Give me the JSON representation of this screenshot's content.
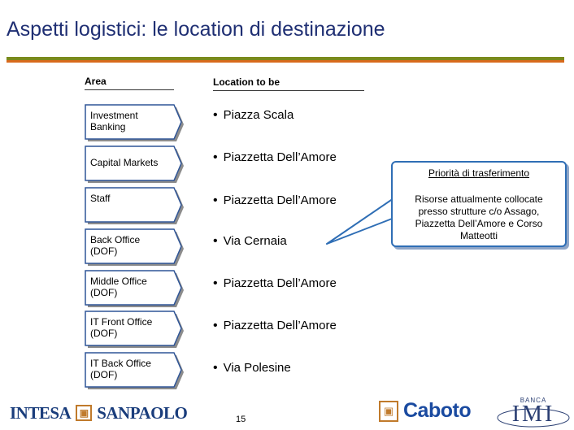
{
  "title": "Aspetti logistici: le location di destinazione",
  "columns": {
    "area": "Area",
    "location": "Location to be"
  },
  "rows": [
    {
      "area": "Investment Banking",
      "location": "Piazza Scala"
    },
    {
      "area": "Capital Markets",
      "location": "Piazzetta Dell’Amore"
    },
    {
      "area": "Staff",
      "location": "Piazzetta Dell’Amore"
    },
    {
      "area": "Back Office (DOF)",
      "location": "Via Cernaia"
    },
    {
      "area": "Middle Office (DOF)",
      "location": "Piazzetta Dell’Amore"
    },
    {
      "area": "IT Front Office (DOF)",
      "location": "Piazzetta Dell’Amore"
    },
    {
      "area": "IT Back Office (DOF)",
      "location": "Via Polesine"
    }
  ],
  "bullet": "•",
  "callout": {
    "title": "Priorità di trasferimento",
    "text": "Risorse attualmente collocate presso strutture c/o Assago, Piazzetta Dell’Amore e Corso Matteotti"
  },
  "footer": {
    "page_number": "15",
    "logo_intesa_left": "INTESA",
    "logo_intesa_right": "SANPAOLO",
    "logo_caboto": "Caboto",
    "logo_imi_banca": "BANCA",
    "logo_imi": "IMI"
  },
  "colors": {
    "title": "#1f2f73",
    "rule_green": "#7a8a1c",
    "rule_orange": "#d86a1c",
    "chevron_border": "#2f5597",
    "chevron_shadow": "#8c8c8c",
    "callout_border": "#2f6eb5"
  }
}
